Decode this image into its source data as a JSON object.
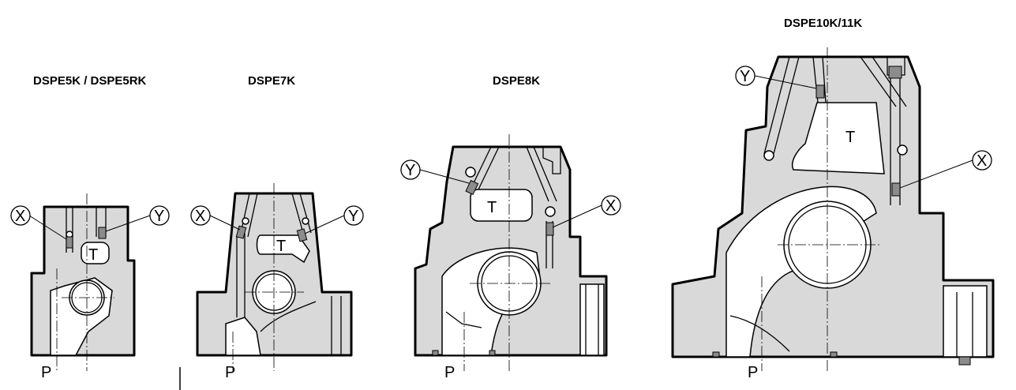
{
  "valves": [
    {
      "title": "DSPE5K / DSPE5RK",
      "port": "P",
      "callouts": [
        "X",
        "Y"
      ],
      "chamber": "T"
    },
    {
      "title": "DSPE7K",
      "port": "P",
      "callouts": [
        "X",
        "Y"
      ],
      "chamber": "T"
    },
    {
      "title": "DSPE8K",
      "port": "P",
      "callouts": [
        "Y",
        "X"
      ],
      "chamber": "T"
    },
    {
      "title": "DSPE10K/11K",
      "port": "P",
      "callouts": [
        "Y",
        "X"
      ],
      "chamber": "T"
    }
  ],
  "colors": {
    "section_fill": "#d9d9d9",
    "plug_fill": "#8c8c8c",
    "outline": "#000000"
  }
}
